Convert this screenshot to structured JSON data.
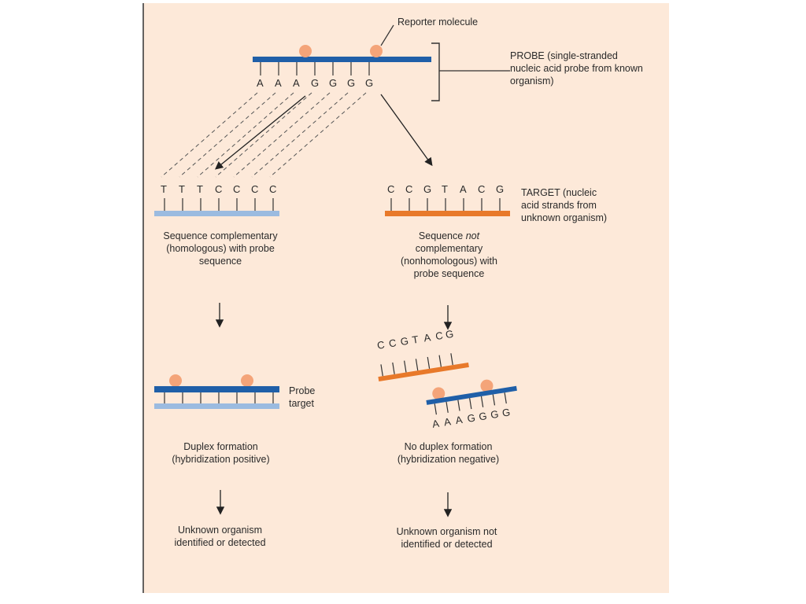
{
  "labels": {
    "reporter": "Reporter molecule",
    "probe": "PROBE (single-stranded nucleic acid probe from known organism)",
    "target": "TARGET (nucleic acid strands from unknown organism)",
    "complementary": "Sequence complementary (homologous) with probe sequence",
    "not_complementary_pre": "Sequence ",
    "not_complementary_not": "not",
    "not_complementary_post": " complementary (nonhomologous) with probe sequence",
    "probe_target": "Probe target",
    "duplex": "Duplex formation (hybridization positive)",
    "no_duplex": "No duplex formation (hybridization negative)",
    "identified": "Unknown organism identified or detected",
    "not_identified": "Unknown organism not identified or detected"
  },
  "sequences": {
    "probe": [
      "A",
      "A",
      "A",
      "G",
      "G",
      "G",
      "G"
    ],
    "complementary_target": [
      "T",
      "T",
      "T",
      "C",
      "C",
      "C",
      "C"
    ],
    "noncomplementary_target": [
      "C",
      "C",
      "G",
      "T",
      "A",
      "C",
      "G"
    ]
  },
  "colors": {
    "background": "#fde9d9",
    "probe_strand": "#1f5fa8",
    "complementary_strand": "#9bbbe0",
    "noncomplementary_strand": "#e8792a",
    "reporter": "#f4a479"
  }
}
